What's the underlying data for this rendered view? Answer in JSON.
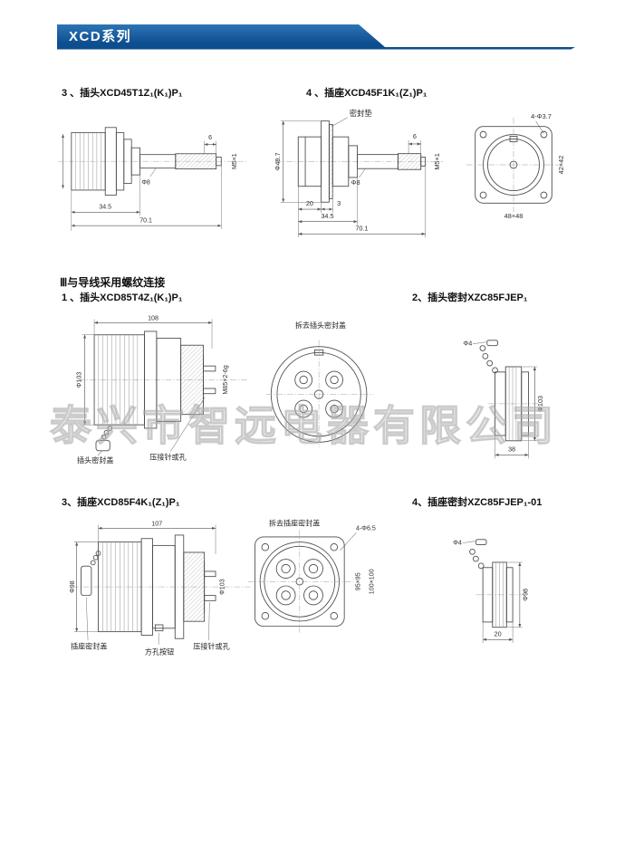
{
  "header": {
    "title": "XCD系列"
  },
  "watermark": "泰兴市智远电器有限公司",
  "row1": {
    "plug_label": "3 、插头XCD45T1Z₁(K₁)P₁",
    "socket_label": "4 、插座XCD45F1K₁(Z₁)P₁",
    "plug": {
      "phi8": "Φ8",
      "six": "6",
      "thread": "M5×1",
      "l1": "34.5",
      "l2": "70.1"
    },
    "socket": {
      "gasket": "密封垫",
      "phi": "Φ48.7",
      "phi8": "Φ8",
      "six": "6",
      "thread": "M5×1",
      "l20": "20",
      "l3": "3",
      "l1": "34.5",
      "l2": "70.1"
    },
    "front": {
      "holes": "4-Φ3.7",
      "inner": "42×42",
      "outer": "48×48"
    }
  },
  "sec3": {
    "heading": "Ⅲ与导线采用螺纹连接",
    "item1": "1 、插头XCD85T4Z₁(K₁)P₁",
    "item2": "2、插头密封XZC85FJEP₁",
    "item3": "3、插座XCD85F4K₁(Z₁)P₁",
    "item4": "4、插座密封XZC85FJEP₁-01",
    "plug85": {
      "w": "108",
      "phi": "Φ103",
      "thread": "M85×2-6g",
      "cover": "插头密封盖",
      "crimp": "压接针或孔",
      "remove": "拆去插头密封盖"
    },
    "sealp": {
      "phi4": "Φ4",
      "phi": "Φ103",
      "w": "38"
    },
    "socket85": {
      "w": "107",
      "phi98": "Φ98",
      "phi103": "Φ103",
      "cover": "插座密封盖",
      "button": "方孔按钮",
      "crimp": "压接针或孔",
      "remove": "拆去插座密封盖",
      "holes": "4-Φ6.5",
      "inner": "95×95",
      "outer": "100×100"
    },
    "seals": {
      "phi4": "Φ4",
      "phi": "Φ98",
      "w": "20"
    }
  }
}
